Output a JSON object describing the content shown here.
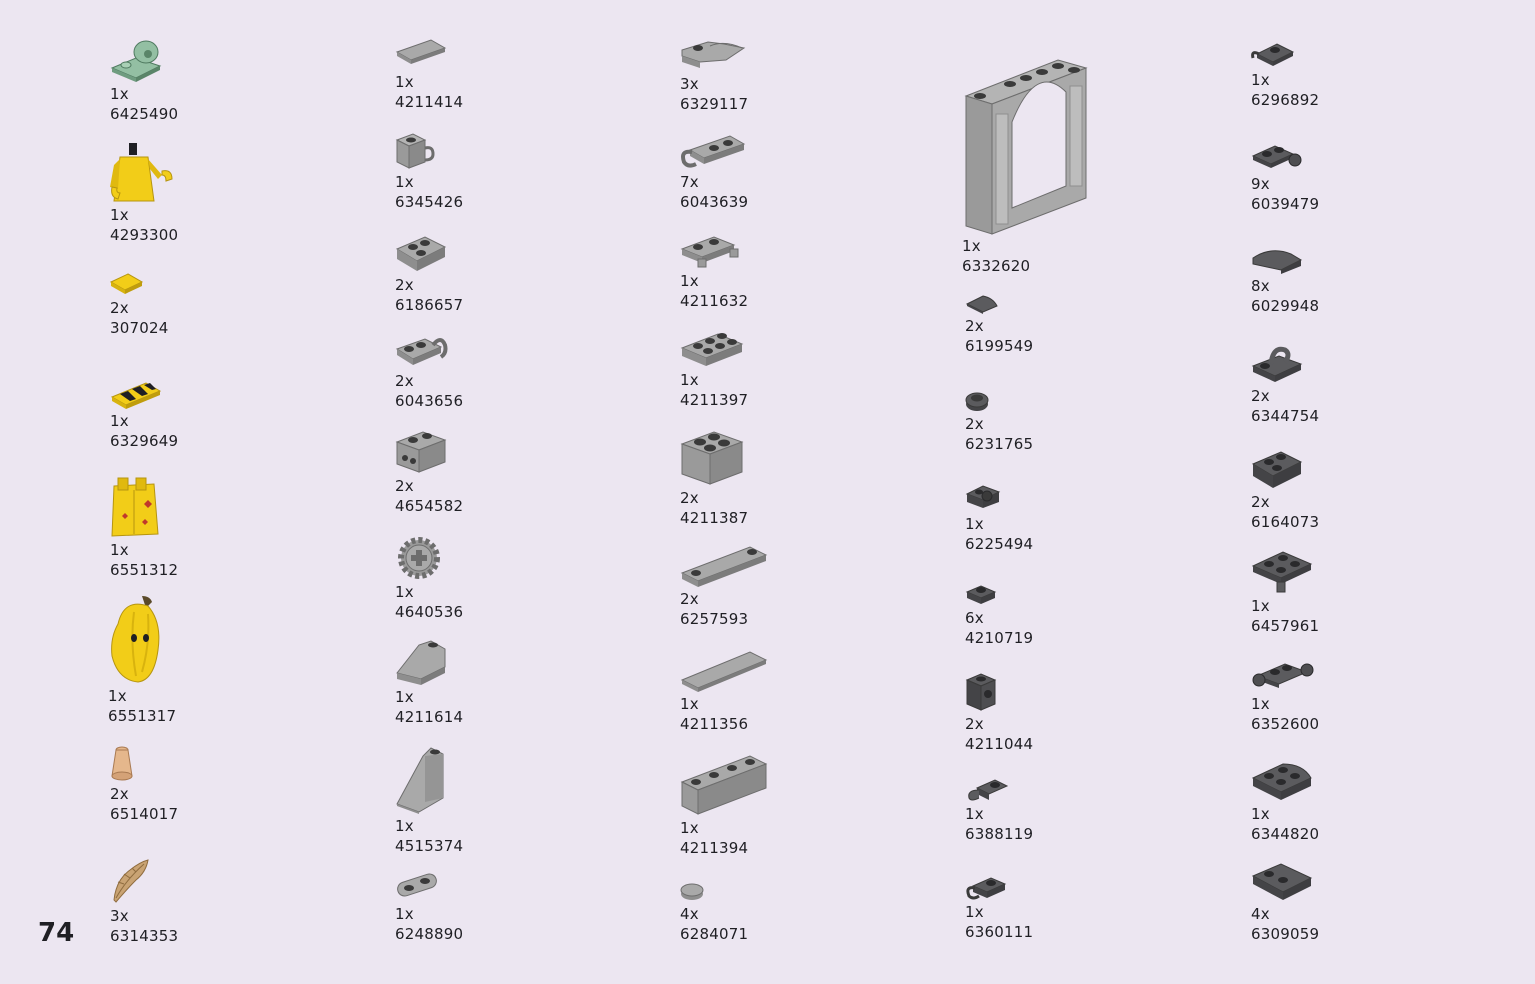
{
  "page_number": "74",
  "colors": {
    "background": "#ece6f1",
    "light_gray": "#a9a9a9",
    "dark_gray": "#5b5b5e",
    "yellow": "#f2cd18",
    "sand_green": "#93bfa3",
    "tan": "#c9a373",
    "nougat": "#e5b78c"
  },
  "parts": [
    {
      "qty": "1x",
      "num": "6425490",
      "icon": "sand-green-plate-icon"
    },
    {
      "qty": "1x",
      "num": "4293300",
      "icon": "yellow-torso-icon"
    },
    {
      "qty": "2x",
      "num": "307024",
      "icon": "yellow-tile-icon"
    },
    {
      "qty": "1x",
      "num": "6329649",
      "icon": "striped-tile-icon"
    },
    {
      "qty": "1x",
      "num": "6551312",
      "icon": "yellow-legs-icon"
    },
    {
      "qty": "1x",
      "num": "6551317",
      "icon": "banana-costume-icon"
    },
    {
      "qty": "2x",
      "num": "6514017",
      "icon": "cone-icon"
    },
    {
      "qty": "3x",
      "num": "6314353",
      "icon": "tan-feather-icon"
    },
    {
      "qty": "1x",
      "num": "4211414",
      "icon": "flat-tile-icon"
    },
    {
      "qty": "1x",
      "num": "6345426",
      "icon": "clip-brick-icon"
    },
    {
      "qty": "2x",
      "num": "6186657",
      "icon": "wedge-plate-icon"
    },
    {
      "qty": "2x",
      "num": "6043656",
      "icon": "clip-plate-icon"
    },
    {
      "qty": "2x",
      "num": "4654582",
      "icon": "side-stud-brick-icon"
    },
    {
      "qty": "1x",
      "num": "4640536",
      "icon": "gear-icon"
    },
    {
      "qty": "1x",
      "num": "4211614",
      "icon": "slope-brick-icon"
    },
    {
      "qty": "1x",
      "num": "4515374",
      "icon": "tall-slope-icon"
    },
    {
      "qty": "1x",
      "num": "6248890",
      "icon": "rounded-plate-icon"
    },
    {
      "qty": "3x",
      "num": "6329117",
      "icon": "curved-tile-icon"
    },
    {
      "qty": "7x",
      "num": "6043639",
      "icon": "clip-plate-long-icon"
    },
    {
      "qty": "1x",
      "num": "4211632",
      "icon": "wheel-holder-plate-icon"
    },
    {
      "qty": "1x",
      "num": "4211397",
      "icon": "plate-2x3-icon"
    },
    {
      "qty": "2x",
      "num": "4211387",
      "icon": "brick-2x2-icon"
    },
    {
      "qty": "2x",
      "num": "6257593",
      "icon": "long-plate-icon"
    },
    {
      "qty": "1x",
      "num": "4211356",
      "icon": "long-tile-icon"
    },
    {
      "qty": "1x",
      "num": "4211394",
      "icon": "brick-1x4-icon"
    },
    {
      "qty": "4x",
      "num": "6284071",
      "icon": "round-tile-icon"
    },
    {
      "qty": "1x",
      "num": "6332620",
      "icon": "arch-window-icon"
    },
    {
      "qty": "2x",
      "num": "6199549",
      "icon": "quarter-round-tile-icon"
    },
    {
      "qty": "2x",
      "num": "6231765",
      "icon": "round-plate-icon"
    },
    {
      "qty": "1x",
      "num": "6225494",
      "icon": "side-stud-plate-icon"
    },
    {
      "qty": "6x",
      "num": "4210719",
      "icon": "plate-1x1-icon"
    },
    {
      "qty": "2x",
      "num": "4211044",
      "icon": "headlight-brick-icon"
    },
    {
      "qty": "1x",
      "num": "6388119",
      "icon": "bar-holder-plate-icon"
    },
    {
      "qty": "1x",
      "num": "6360111",
      "icon": "dark-clip-plate-icon"
    },
    {
      "qty": "1x",
      "num": "6296892",
      "icon": "dark-clip-plate-small-icon"
    },
    {
      "qty": "9x",
      "num": "6039479",
      "icon": "ball-joint-plate-icon"
    },
    {
      "qty": "8x",
      "num": "6029948",
      "icon": "curved-slope-icon"
    },
    {
      "qty": "2x",
      "num": "6344754",
      "icon": "handle-plate-icon"
    },
    {
      "qty": "2x",
      "num": "6164073",
      "icon": "dark-wedge-plate-icon"
    },
    {
      "qty": "1x",
      "num": "6457961",
      "icon": "hitch-plate-icon"
    },
    {
      "qty": "1x",
      "num": "6352600",
      "icon": "socket-plate-icon"
    },
    {
      "qty": "1x",
      "num": "6344820",
      "icon": "dark-curved-plate-icon"
    },
    {
      "qty": "4x",
      "num": "6309059",
      "icon": "dark-wedge-large-icon"
    }
  ]
}
